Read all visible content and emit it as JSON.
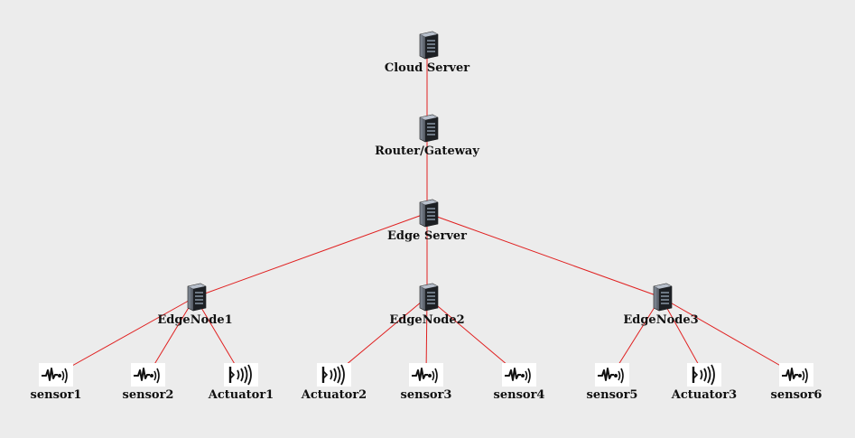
{
  "nodes": {
    "cloud": {
      "label": "Cloud Server",
      "icon": "server-icon"
    },
    "router": {
      "label": "Router/Gateway",
      "icon": "server-icon"
    },
    "edge": {
      "label": "Edge Server",
      "icon": "server-icon"
    },
    "en1": {
      "label": "EdgeNode1",
      "icon": "server-icon"
    },
    "en2": {
      "label": "EdgeNode2",
      "icon": "server-icon"
    },
    "en3": {
      "label": "EdgeNode3",
      "icon": "server-icon"
    },
    "s1": {
      "label": "sensor1",
      "icon": "sensor-icon"
    },
    "s2": {
      "label": "sensor2",
      "icon": "sensor-icon"
    },
    "a1": {
      "label": "Actuator1",
      "icon": "actuator-icon"
    },
    "a2": {
      "label": "Actuator2",
      "icon": "actuator-icon"
    },
    "s3": {
      "label": "sensor3",
      "icon": "sensor-icon"
    },
    "s4": {
      "label": "sensor4",
      "icon": "sensor-icon"
    },
    "s5": {
      "label": "sensor5",
      "icon": "sensor-icon"
    },
    "a3": {
      "label": "Actuator3",
      "icon": "actuator-icon"
    },
    "s6": {
      "label": "sensor6",
      "icon": "sensor-icon"
    }
  },
  "links": [
    [
      "cloud",
      "router"
    ],
    [
      "router",
      "edge"
    ],
    [
      "edge",
      "en1"
    ],
    [
      "edge",
      "en2"
    ],
    [
      "edge",
      "en3"
    ],
    [
      "en1",
      "s1"
    ],
    [
      "en1",
      "s2"
    ],
    [
      "en1",
      "a1"
    ],
    [
      "en2",
      "a2"
    ],
    [
      "en2",
      "s3"
    ],
    [
      "en2",
      "s4"
    ],
    [
      "en3",
      "s5"
    ],
    [
      "en3",
      "a3"
    ],
    [
      "en3",
      "s6"
    ]
  ],
  "colors": {
    "link": "#e02020",
    "server_dark": "#2a2d33",
    "server_light": "#8a93a0",
    "background": "#ececec"
  }
}
